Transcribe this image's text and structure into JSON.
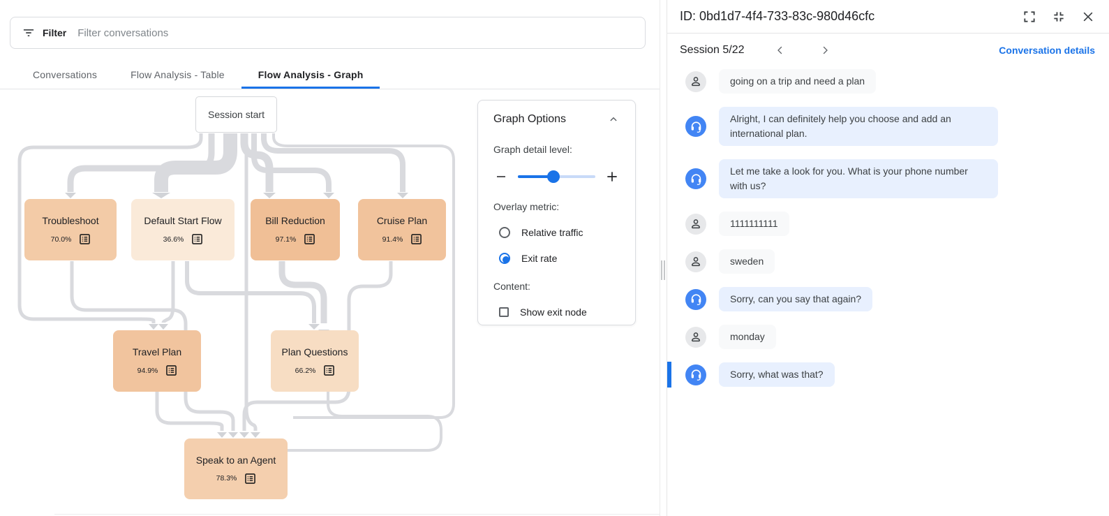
{
  "filter_bar": {
    "label": "Filter",
    "placeholder": "Filter conversations"
  },
  "tabs": [
    {
      "label": "Conversations",
      "active": false
    },
    {
      "label": "Flow Analysis - Table",
      "active": false
    },
    {
      "label": "Flow Analysis - Graph",
      "active": true
    }
  ],
  "graph": {
    "start_node": {
      "label": "Session start"
    },
    "nodes": [
      {
        "label": "Troubleshoot",
        "exit_rate": "70.0%",
        "color": "#f3cba7"
      },
      {
        "label": "Default Start Flow",
        "exit_rate": "36.6%",
        "color": "#faead9"
      },
      {
        "label": "Bill Reduction",
        "exit_rate": "97.1%",
        "color": "#f0bf96"
      },
      {
        "label": "Cruise Plan",
        "exit_rate": "91.4%",
        "color": "#f1c39c"
      },
      {
        "label": "Travel Plan",
        "exit_rate": "94.9%",
        "color": "#f1c49e"
      },
      {
        "label": "Plan Questions",
        "exit_rate": "66.2%",
        "color": "#f7ddc3"
      },
      {
        "label": "Speak to an Agent",
        "exit_rate": "78.3%",
        "color": "#f4cfae"
      }
    ]
  },
  "graph_options": {
    "title": "Graph Options",
    "detail_label": "Graph detail level:",
    "detail_level_percent": 46,
    "overlay_label": "Overlay metric:",
    "overlay_options": [
      {
        "label": "Relative traffic",
        "selected": false
      },
      {
        "label": "Exit rate",
        "selected": true
      }
    ],
    "content_label": "Content:",
    "content_checkbox": {
      "label": "Show exit node",
      "checked": false
    }
  },
  "detail_panel": {
    "title": "ID: 0bd1d7-4f4-733-83c-980d46cfc",
    "session_label": "Session 5/22",
    "link": "Conversation details",
    "messages": [
      {
        "sender": "user",
        "text": "going on a trip and need a plan",
        "selected": false
      },
      {
        "sender": "agent",
        "text": "Alright, I can definitely help you choose and add an international plan.",
        "selected": false
      },
      {
        "sender": "agent",
        "text": "Let me take a look for you. What is your phone number with us?",
        "selected": false
      },
      {
        "sender": "user",
        "text": "1111111111",
        "selected": false
      },
      {
        "sender": "user",
        "text": "sweden",
        "selected": false
      },
      {
        "sender": "agent",
        "text": "Sorry, can you say that again?",
        "selected": false
      },
      {
        "sender": "user",
        "text": "monday",
        "selected": false
      },
      {
        "sender": "agent",
        "text": "Sorry, what was that?",
        "selected": true
      }
    ]
  },
  "colors": {
    "accent": "#1a73e8",
    "agent_avatar": "#4285f4",
    "agent_bubble": "#e8f0fe",
    "user_bubble": "#f8f9fa",
    "edge_gray": "#d9dade",
    "active_tab_underline": "#1a73e8"
  }
}
